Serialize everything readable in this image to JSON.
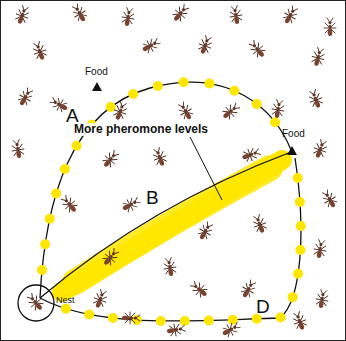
{
  "diagram": {
    "labels": [
      "Food",
      "A",
      "More pheromone levels",
      "B",
      "Food",
      "Nest",
      "D"
    ]
  }
}
